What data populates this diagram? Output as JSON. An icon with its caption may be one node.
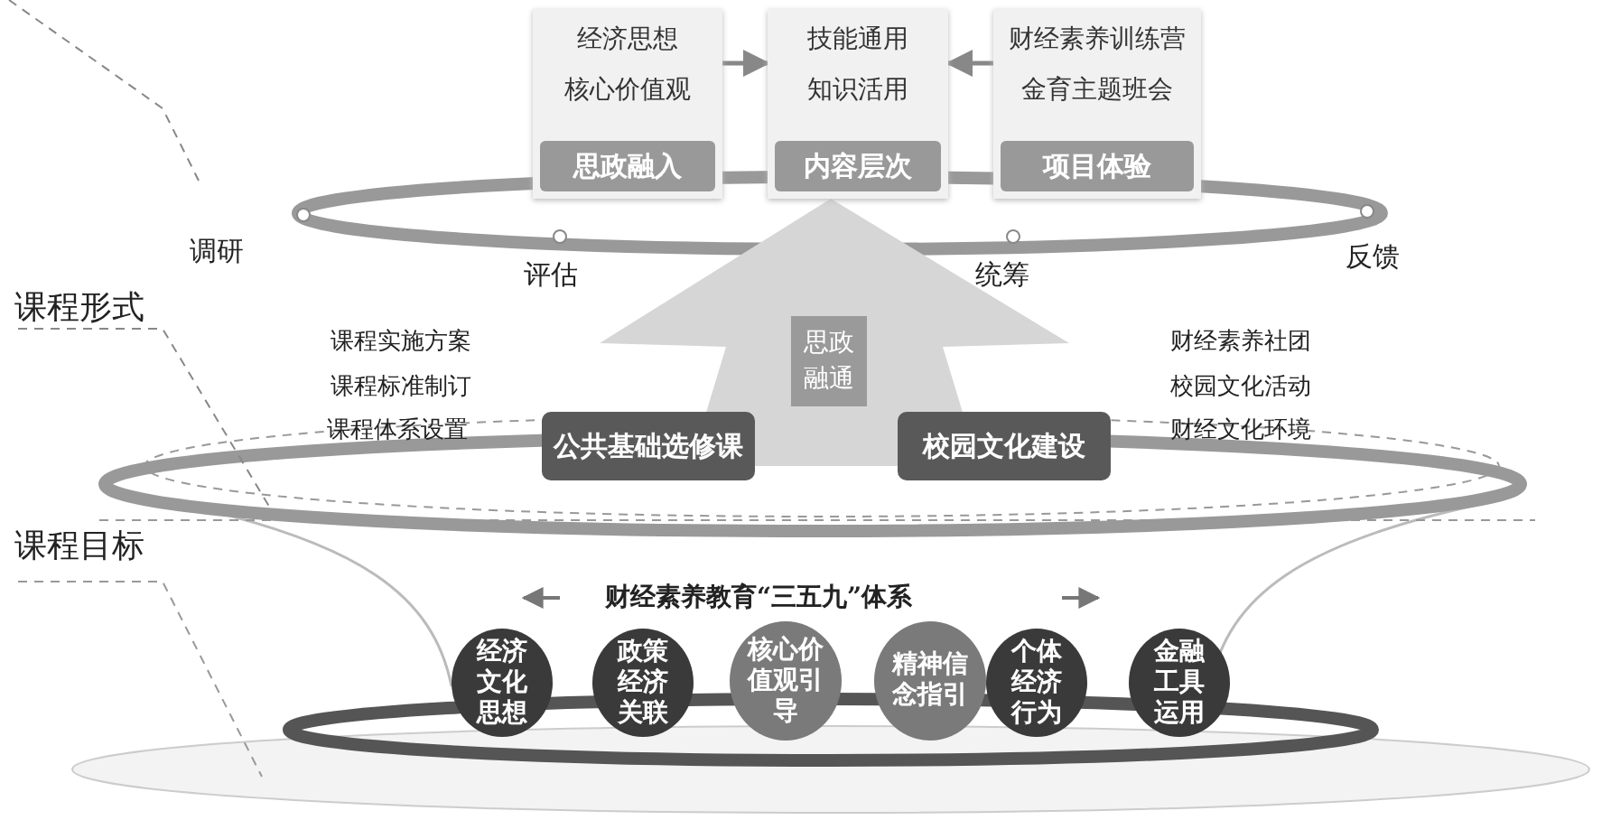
{
  "diagram": {
    "nodes": [
      {
        "text": [
          "经济思想",
          "核心价值观",
          "思政融入"
        ]
      },
      {
        "text": [
          "技能通用",
          "知识活用",
          "内容层次"
        ]
      },
      {
        "text": [
          "财经素养训练营",
          "金育主题班会",
          "项目体验"
        ]
      },
      {
        "text": [
          "公共基础选修课"
        ]
      },
      {
        "text": [
          "校园文化建设"
        ]
      },
      {
        "text": [
          "经济文化思想"
        ]
      },
      {
        "text": [
          "政策经济关联"
        ]
      },
      {
        "text": [
          "核心价值观引导"
        ]
      },
      {
        "text": [
          "精神信念指引"
        ]
      },
      {
        "text": [
          "个体经济行为"
        ]
      },
      {
        "text": [
          "金融工具运用"
        ]
      }
    ],
    "edges": [
      {
        "from": 0,
        "to": 1,
        "arrow": "to"
      },
      {
        "from": 2,
        "to": 1,
        "arrow": "to"
      },
      {
        "from": null,
        "to": 1,
        "arrow": "to",
        "label": "思政融通",
        "style": "thick",
        "color": "#d6d6d6"
      }
    ],
    "labels": [
      "调研",
      "反馈",
      "评估",
      "统筹",
      "课程形式",
      "课程实施方案",
      "财经素养社团",
      "课程标准制订",
      "校园文化活动",
      "课程体系设置",
      "财经文化环境",
      "课程目标",
      "财经素养教育“三五九”体系"
    ]
  }
}
